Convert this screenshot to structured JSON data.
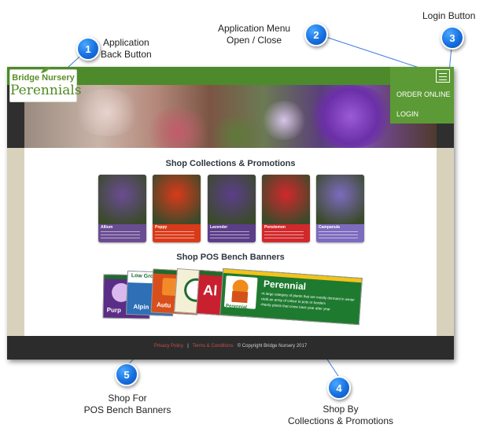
{
  "annotations": {
    "back": {
      "number": "1",
      "line1": "Application",
      "line2": "Back Button"
    },
    "menu": {
      "number": "2",
      "line1": "Application Menu",
      "line2": "Open / Close"
    },
    "login": {
      "number": "3",
      "line1": "Login Button"
    },
    "collections": {
      "number": "4",
      "line1": "Shop By",
      "line2": "Collections & Promotions"
    },
    "banners": {
      "number": "5",
      "line1": "Shop For",
      "line2": "POS Bench Banners"
    }
  },
  "logo": {
    "line1": "Bridge Nursery",
    "line2": "Perennials"
  },
  "menu": {
    "order_online": "ORDER ONLINE",
    "login": "LOGIN"
  },
  "collections": {
    "title": "Shop Collections & Promotions",
    "cards": [
      {
        "name": "Allium",
        "color": "#6a4c93"
      },
      {
        "name": "Poppy",
        "color": "#d93a1a"
      },
      {
        "name": "Lavender",
        "color": "#5b3e8a"
      },
      {
        "name": "Penstemon",
        "color": "#d1282c"
      },
      {
        "name": "Campanula",
        "color": "#7d6bbf"
      }
    ]
  },
  "banners": {
    "title": "Shop POS Bench Banners",
    "front_title": "Perennial",
    "front_label": "Perennial",
    "front_lines": [
      "•A large category of plants that are mostly dormant in winter",
      "•Add an array of colour to pots or borders",
      "•Hardy plants that come back year after year"
    ],
    "back_labels": [
      "Purp",
      "Low Grow",
      "Alpin",
      "Autu",
      "Al"
    ]
  },
  "footer": {
    "privacy": "Privacy Policy",
    "separator": "|",
    "terms": "Terms & Conditions",
    "copyright": "© Copyright Bridge Nursery 2017"
  }
}
